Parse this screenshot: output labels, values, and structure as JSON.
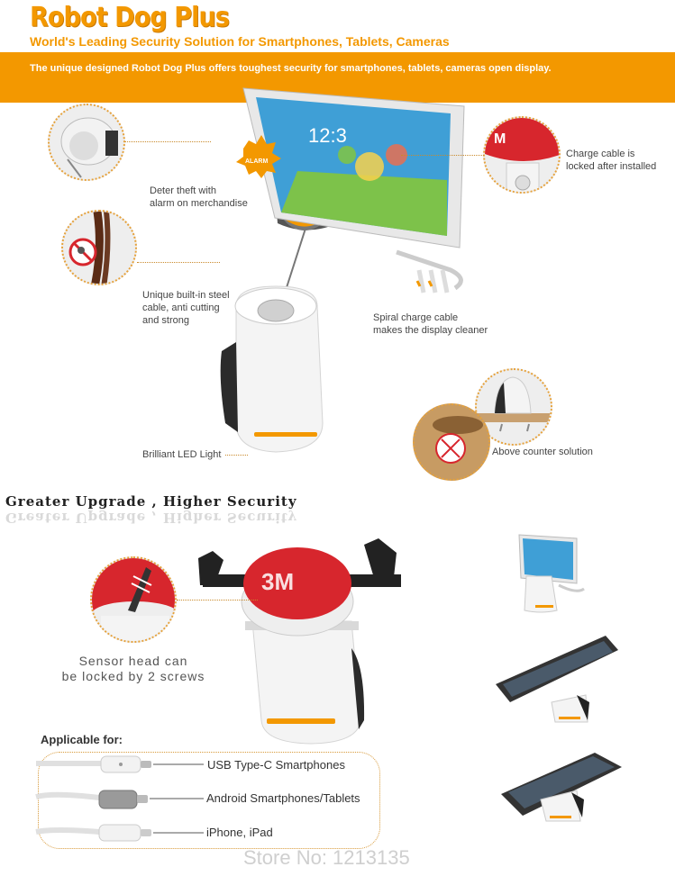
{
  "header": {
    "title": "Robot Dog Plus",
    "subtitle": "World's Leading Security Solution for Smartphones, Tablets, Cameras",
    "banner": "The unique designed Robot Dog Plus offers toughest security for smartphones, tablets, cameras open display."
  },
  "features": {
    "alarm_badge": "ALARM",
    "phone_time": "12:3",
    "deter_theft": "Deter theft with\nalarm on merchandise",
    "charge_locked": "Charge cable is\nlocked after installed",
    "steel_cable": "Unique built-in steel\ncable, anti cutting\nand strong",
    "spiral_cable": "Spiral charge cable\nmakes the display cleaner",
    "led_light": "Brilliant LED Light",
    "above_counter": "Above counter solution"
  },
  "upgrade": {
    "heading": "Greater Upgrade , Higher Security",
    "sensor_caption": "Sensor head can\nbe locked by 2 screws"
  },
  "applicable": {
    "title": "Applicable  for:",
    "items": [
      "USB Type-C Smartphones",
      "Android Smartphones/Tablets",
      "iPhone, iPad"
    ]
  },
  "store": "Store No: 1213135",
  "colors": {
    "brand_orange": "#f39800",
    "adhesive_red": "#d7262d",
    "stand_white": "#f4f4f4"
  }
}
